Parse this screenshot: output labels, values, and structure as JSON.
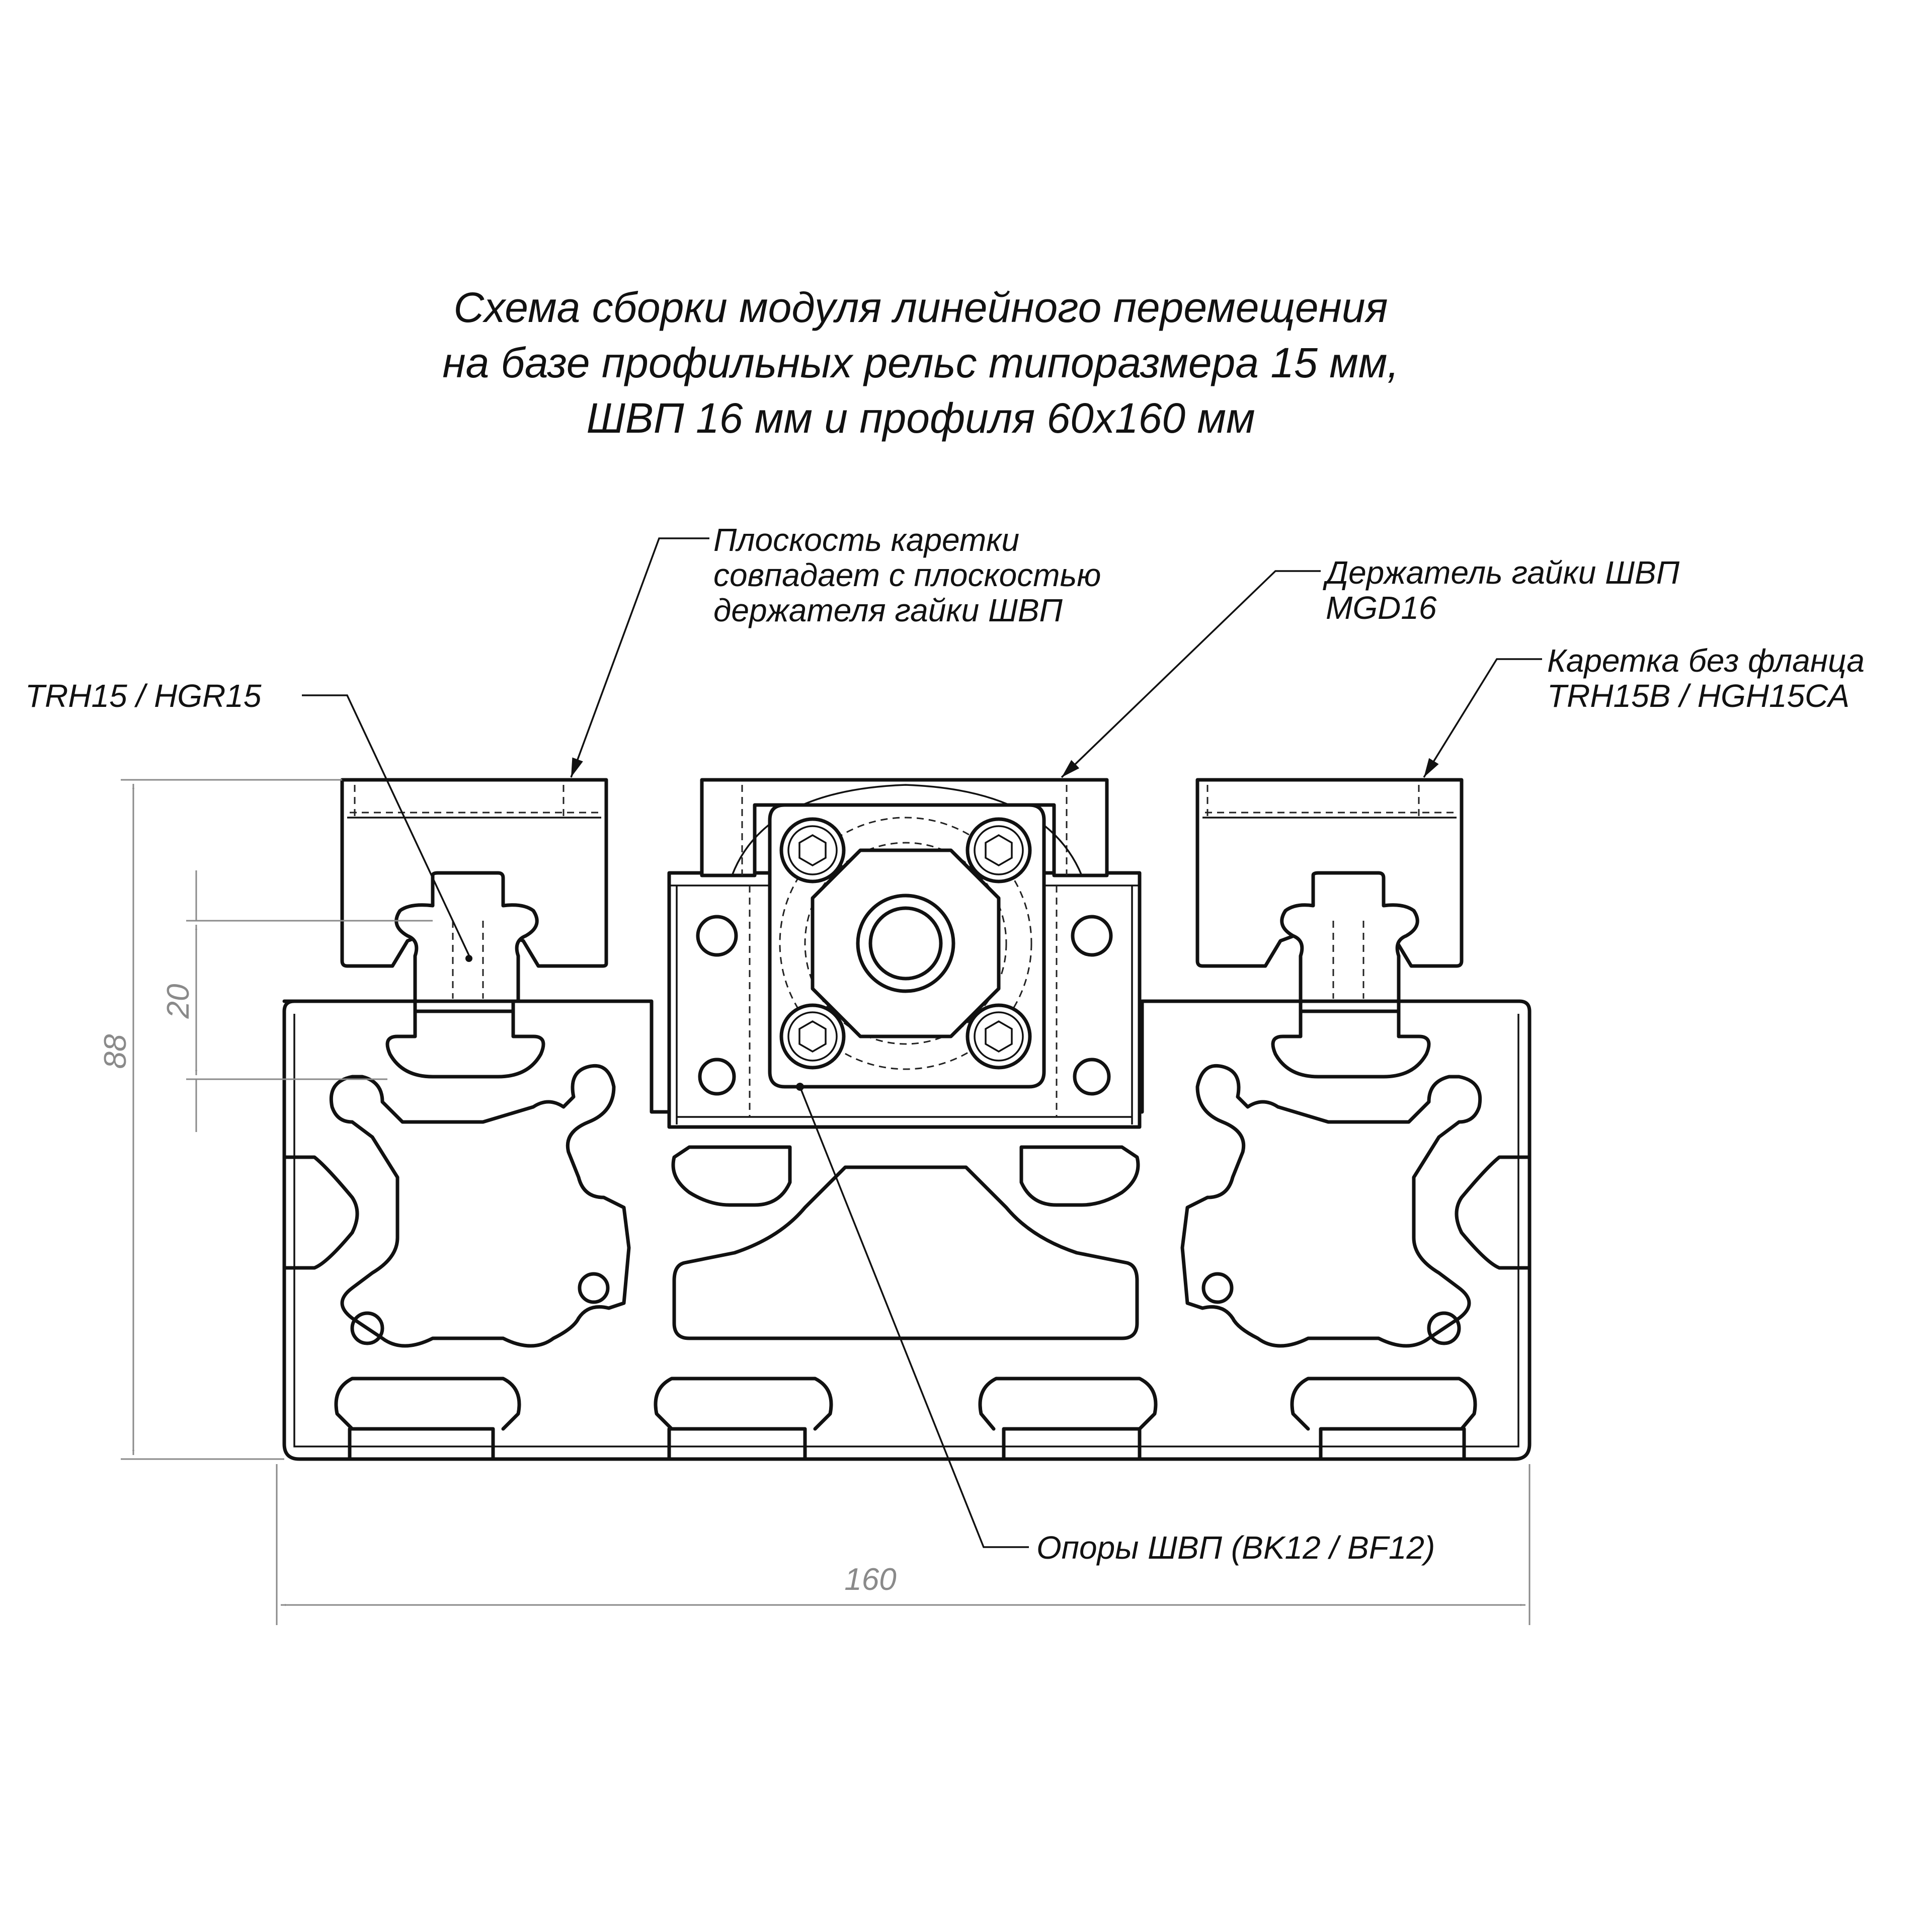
{
  "title": {
    "line1": "Схема сборки модуля линейного перемещения",
    "line2": "на базе профильных рельс типоразмера 15 мм,",
    "line3": "ШВП 16 мм и профиля 60x160 мм"
  },
  "labels": {
    "carriage_plane": {
      "line1": "Плоскость каретки",
      "line2": "совпадает с плоскостью",
      "line3": "держателя гайки ШВП"
    },
    "nut_holder": {
      "line1": "Держатель гайки ШВП",
      "line2": "MGD16"
    },
    "carriage": {
      "line1": "Каретка без фланца",
      "line2": "TRH15B / HGH15CA"
    },
    "rail": "TRH15 / HGR15",
    "supports": "Опоры ШВП (BK12 / BF12)"
  },
  "dimensions": {
    "width": "160",
    "height": "88",
    "rail_height": "20"
  },
  "colors": {
    "line": "#111111",
    "dimension": "#8a8a8a",
    "background": "#ffffff"
  }
}
